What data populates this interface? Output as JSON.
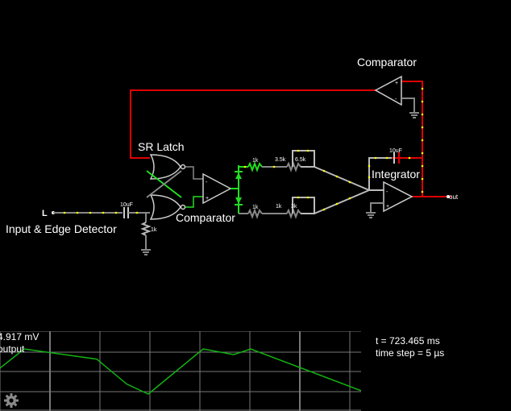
{
  "labels": {
    "comparator_top": "Comparator",
    "sr_latch": "SR Latch",
    "comparator_mid": "Comparator",
    "integrator": "Integrator",
    "input_edge": "Input & Edge Detector",
    "input_L": "L",
    "output_out": "out"
  },
  "components": {
    "c_input": "10uF",
    "r_input": "1k",
    "r_top1": "1k",
    "r_top2": "3.5k",
    "r_top3": "6.5k",
    "r_bot1": "1k",
    "r_bot2": "1k",
    "r_bot3": "3k",
    "c_integrator": "10uF"
  },
  "scope": {
    "value_text": "4.917 mV",
    "channel_label": "output",
    "waveform": [
      0.15,
      1.0,
      0.55,
      -0.55,
      -1.0,
      1.0,
      0.75,
      1.0,
      -0.85
    ],
    "trace_color": "#12b312",
    "grid_color": "#777777"
  },
  "sim": {
    "time": "t = 723.465 ms",
    "step": "time step = 5 µs"
  },
  "colors": {
    "wire_low": "#808080",
    "wire_high_red": "#e00000",
    "wire_active_green": "#22dd22",
    "current_dots": "#ffff00"
  }
}
